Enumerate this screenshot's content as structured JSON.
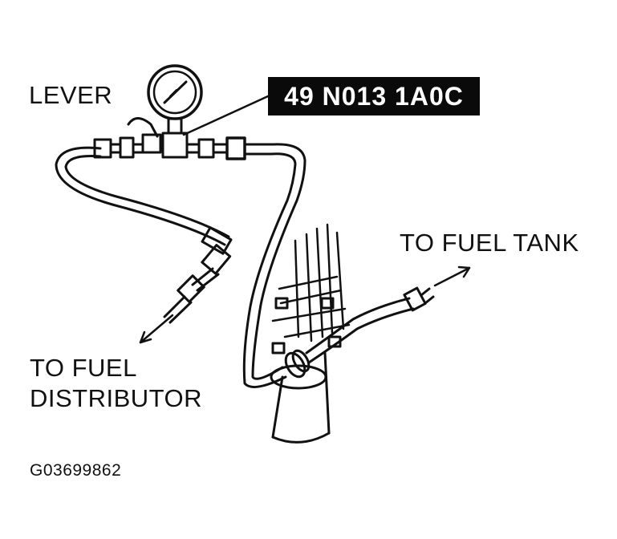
{
  "labels": {
    "lever": "LEVER",
    "part_number": "49 N013 1A0C",
    "to_fuel_tank": "TO FUEL TANK",
    "to_fuel_distributor_line1": "TO FUEL",
    "to_fuel_distributor_line2": "DISTRIBUTOR",
    "figure_code": "G03699862"
  },
  "colors": {
    "ink": "#111111",
    "paper": "#ffffff",
    "label_box": "#0a0a0a",
    "label_box_text": "#ffffff"
  }
}
